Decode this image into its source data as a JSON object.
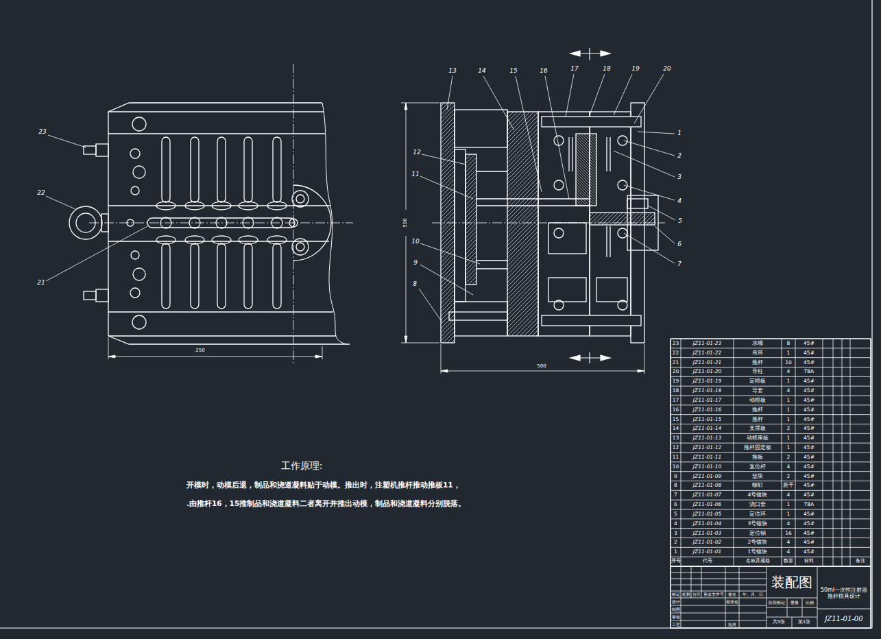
{
  "diagram": {
    "labels": [
      "23",
      "22",
      "21",
      "13",
      "14",
      "15",
      "16",
      "17",
      "18",
      "19",
      "20",
      "1",
      "2",
      "3",
      "4",
      "5",
      "6",
      "7",
      "12",
      "11",
      "10",
      "9",
      "8",
      "250",
      "500",
      "500",
      "工作原理:",
      "开模时，动模后退，制品和浇道凝料贴于动模。推出时，注塑机推杆推动推板11，",
      ".由推杆16，15推制品和浇道凝料二者离开并推出动模，制品和浇道凝料分别脱落。",
      "23",
      "JZ11-01-23",
      "水嘴",
      "8",
      "45#",
      "22",
      "JZ11-01-22",
      "吊环",
      "1",
      "45#",
      "21",
      "JZ11-01-21",
      "推杆",
      "10",
      "45#",
      "20",
      "JZ11-01-20",
      "导柱",
      "4",
      "T8A",
      "19",
      "JZ11-01-19",
      "定模板",
      "1",
      "45#",
      "18",
      "JZ11-01-18",
      "导套",
      "4",
      "45#",
      "17",
      "JZ11-01-17",
      "动模板",
      "1",
      "45#",
      "16",
      "JZ11-01-16",
      "推杆",
      "1",
      "45#",
      "15",
      "JZ11-01-15",
      "推杆",
      "1",
      "45#",
      "14",
      "JZ11-01-14",
      "支撑板",
      "2",
      "45#",
      "13",
      "JZ11-01-13",
      "动模座板",
      "1",
      "45#",
      "12",
      "JZ11-01-12",
      "推杆固定板",
      "1",
      "45#",
      "11",
      "JZ11-01-11",
      "推板",
      "2",
      "45#",
      "10",
      "JZ11-01-10",
      "复位杆",
      "4",
      "45#",
      "9",
      "JZ11-01-09",
      "垫块",
      "2",
      "45#",
      "8",
      "JZ11-01-08",
      "螺钉",
      "若干",
      "45#",
      "7",
      "JZ11-01-07",
      "4号镶块",
      "4",
      "45#",
      "6",
      "JZ11-01-06",
      "浇口套",
      "1",
      "T8A",
      "5",
      "JZ11-01-05",
      "定位环",
      "1",
      "45#",
      "4",
      "JZ11-01-04",
      "3号镶块",
      "4",
      "45#",
      "3",
      "JZ11-01-03",
      "定位销",
      "16",
      "45#",
      "2",
      "JZ11-01-02",
      "2号镶块",
      "4",
      "45#",
      "1",
      "JZ11-01-01",
      "1号镶块",
      "4",
      "45#",
      "序号",
      "代号",
      "名称及规格",
      "数量",
      "材料",
      "备注",
      "标记",
      "处数",
      "分区",
      "更改文件号",
      "签名",
      "年、月、日",
      "设计",
      "标准化",
      "阶段标记",
      "重量",
      "比例",
      "制图",
      "审核",
      "工艺",
      "批准",
      "共5张",
      "第1张",
      "装配图",
      "50ml一次性注射器推杆模具设计",
      "JZ11-01-00"
    ]
  }
}
